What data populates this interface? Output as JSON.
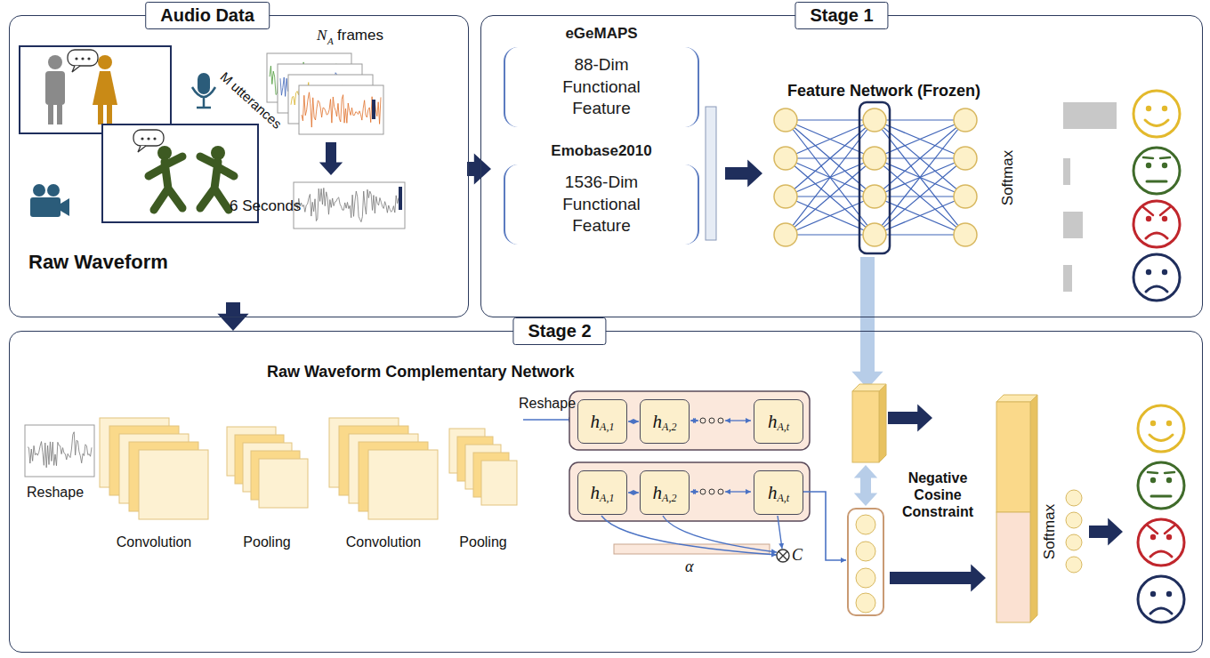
{
  "diagram": {
    "nodes": [
      {
        "text": [
          "Audio Data"
        ]
      },
      {
        "text": [
          "Stage 1"
        ]
      },
      {
        "text": [
          "eGeMAPS",
          "88-Dim Functional Feature"
        ],
        "in": 1
      },
      {
        "text": [
          "Emobase2010",
          "1536-Dim Functional Feature"
        ],
        "in": 1
      },
      {
        "text": [
          "Stage 2"
        ]
      },
      {
        "text": [
          "h",
          "A,1"
        ],
        "in": 4
      },
      {
        "text": [
          "h",
          "A,2"
        ],
        "in": 4
      },
      {
        "text": [
          "h",
          "A,t"
        ],
        "in": 4
      },
      {
        "text": [
          "h",
          "A,1"
        ],
        "in": 4
      },
      {
        "text": [
          "h",
          "A,2"
        ],
        "in": 4
      },
      {
        "text": [
          "h",
          "A,t"
        ],
        "in": 4
      }
    ],
    "edges": [
      {
        "from": 5,
        "to": 6,
        "arrow": "both"
      },
      {
        "from": 8,
        "to": 9,
        "arrow": "both"
      }
    ],
    "labels": [
      "Raw Waveform",
      "N",
      "A",
      "frames",
      "M utterances",
      "6 Seconds",
      "Feature Network (Frozen)",
      "Softmax",
      "Raw Waveform Complementary Network",
      "Reshape",
      "Convolution",
      "Pooling",
      "Convolution",
      "Pooling",
      "Reshape",
      "Negative Cosine Constraint",
      "Softmax",
      "α",
      "C"
    ]
  }
}
